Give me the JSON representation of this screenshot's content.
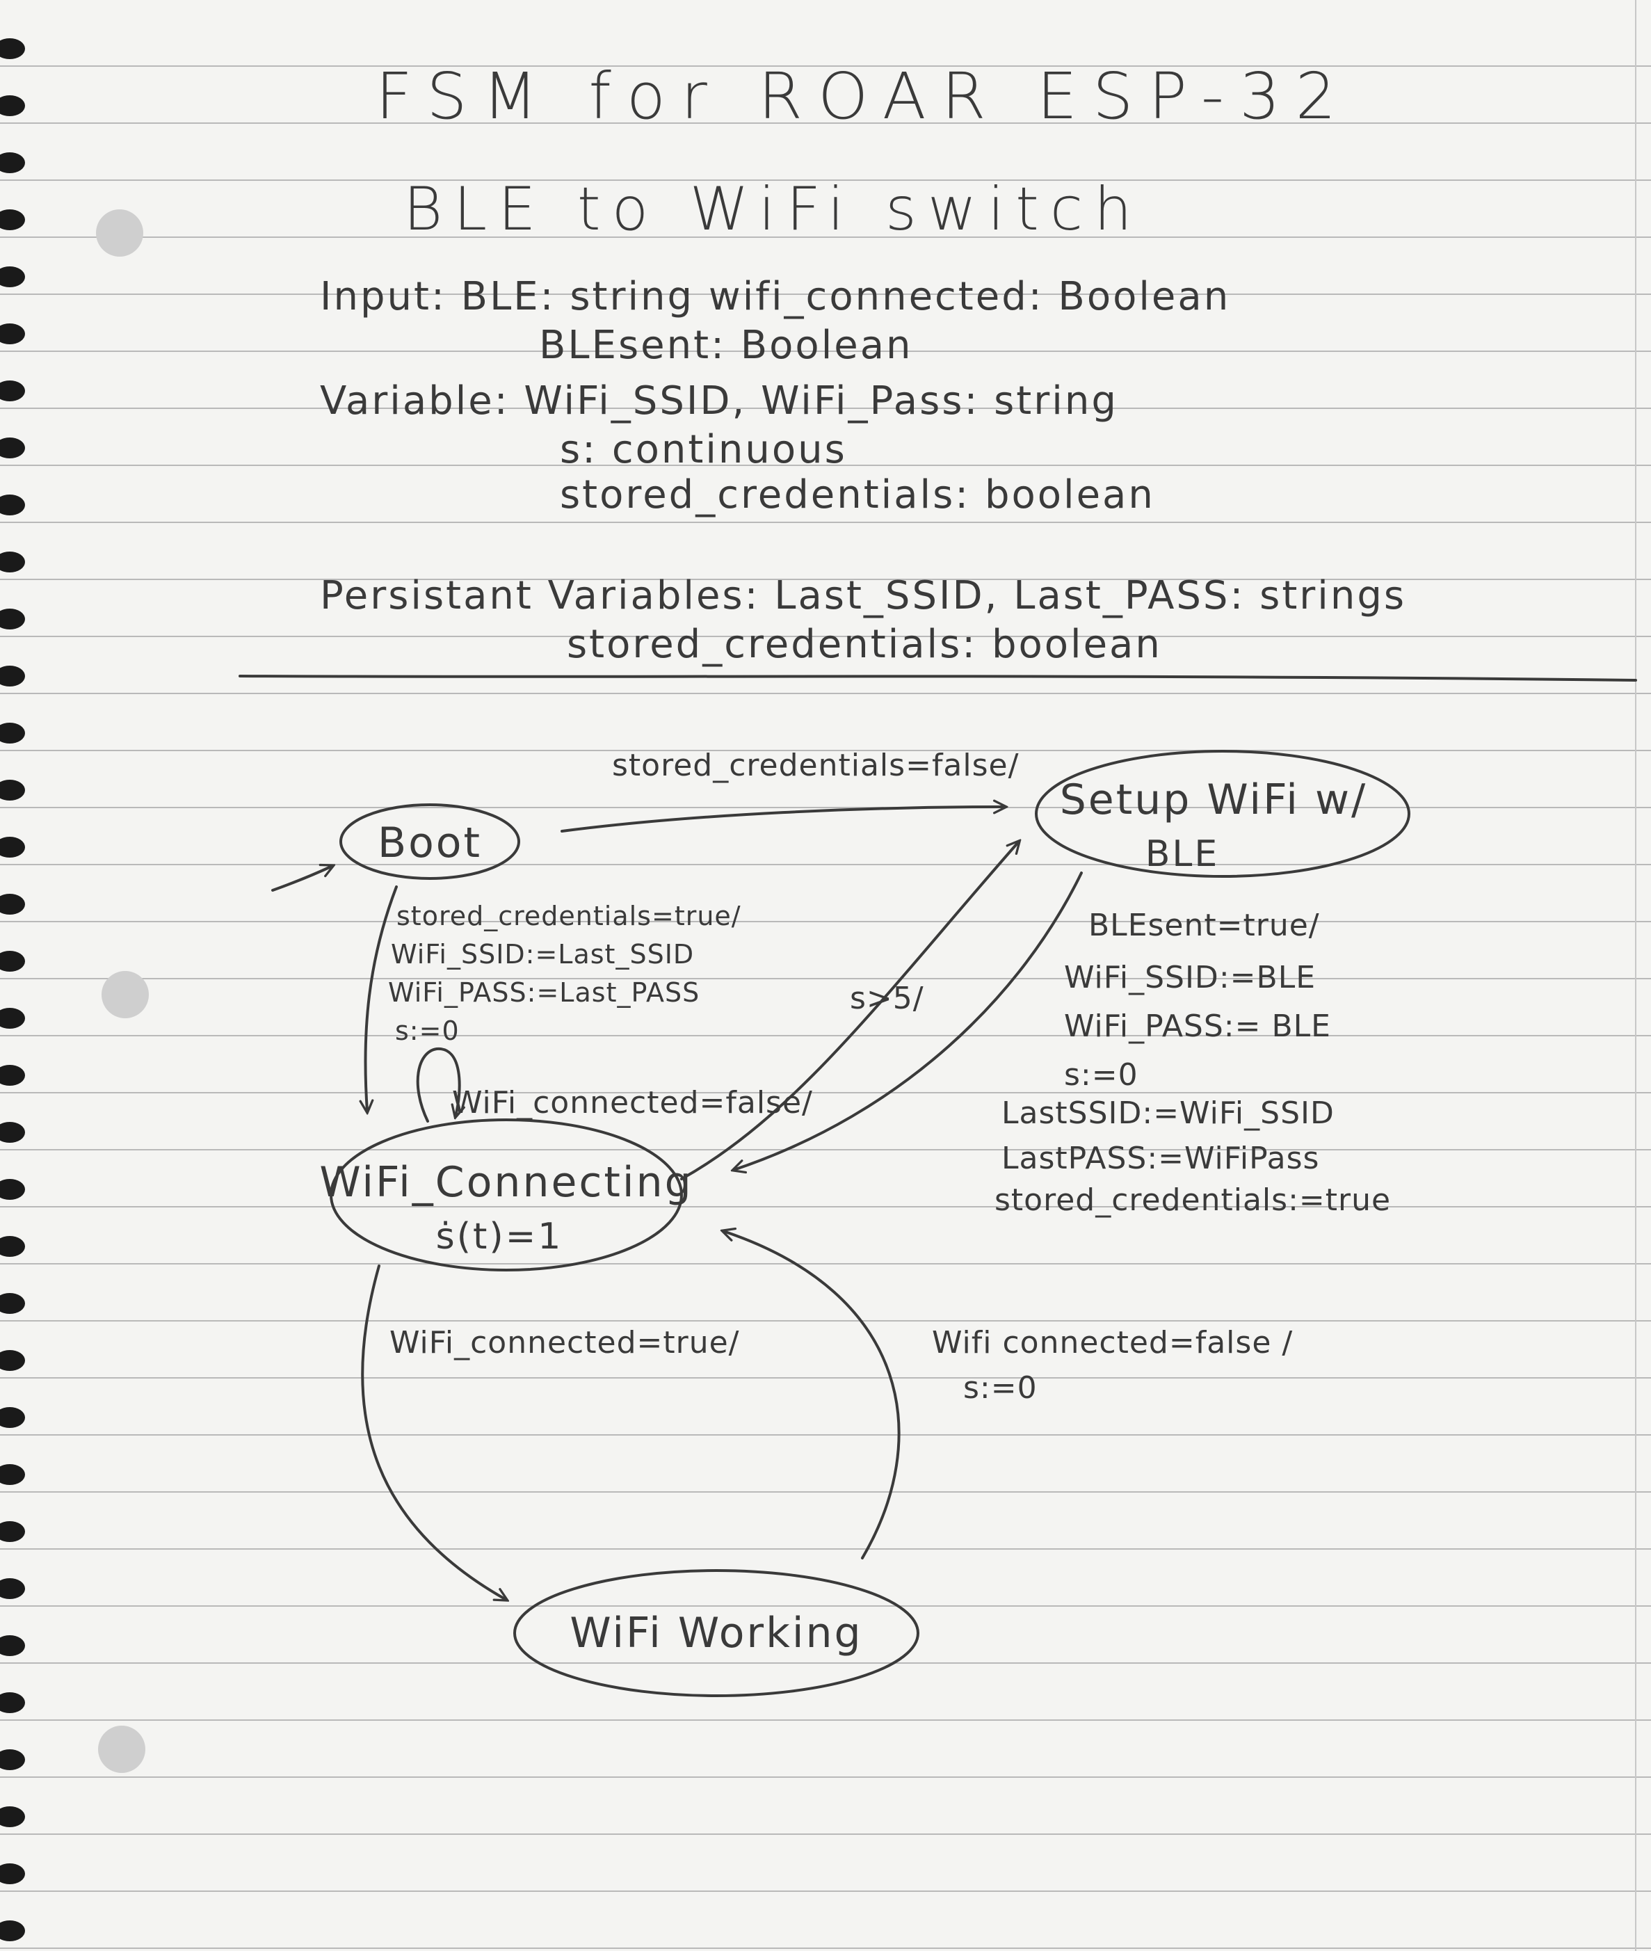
{
  "title": "FSM for ROAR ESP-32",
  "subtitle": "BLE to WiFi switch",
  "declarations": {
    "input_line1": "Input: BLE: string  wifi_connected: Boolean",
    "input_line2": "BLEsent: Boolean",
    "variable_line1": "Variable: WiFi_SSID, WiFi_Pass: string",
    "variable_line2": "s: continuous",
    "variable_line3": "stored_credentials: boolean",
    "persistent_line1": "Persistant Variables: Last_SSID, Last_PASS: strings",
    "persistent_line2": "stored_credentials: boolean"
  },
  "states": {
    "boot": "Boot",
    "setup_line1": "Setup WiFi w/",
    "setup_line2": "BLE",
    "connecting_line1": "WiFi_Connecting",
    "connecting_line2": "ṡ(t)=1",
    "working": "WiFi Working"
  },
  "transitions": {
    "boot_to_setup": "stored_credentials=false/",
    "boot_to_connecting": [
      "stored_credentials=true/",
      "WiFi_SSID:=Last_SSID",
      "WiFi_PASS:=Last_PASS",
      "s:=0"
    ],
    "connecting_self": "WiFi_connected=false/",
    "connecting_to_setup": "s>5/",
    "setup_to_connecting": [
      "BLEsent=true/",
      "WiFi_SSID:=BLE",
      "WiFi_PASS:= BLE",
      "s:=0",
      "LastSSID:=WiFi_SSID",
      "LastPASS:=WiFiPass",
      "stored_credentials:=true"
    ],
    "connecting_to_working": "WiFi_connected=true/",
    "working_to_connecting": [
      "Wifi connected=false /",
      "s:=0"
    ]
  }
}
